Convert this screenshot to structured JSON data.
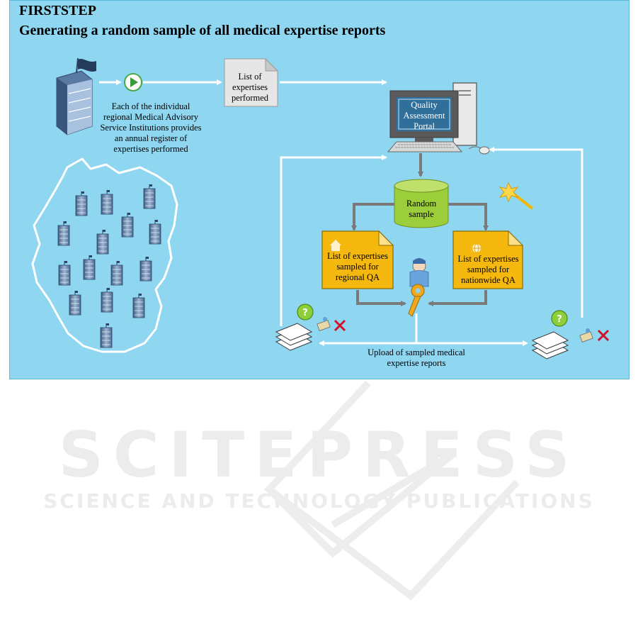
{
  "title": {
    "step": "FIRSTSTEP",
    "heading": "Generating a random sample of all medical expertise reports"
  },
  "labels": {
    "institutions_text": "Each of the individual regional Medical Advisory Service Institutions provides an annual register of expertises performed",
    "list_doc": "List of expertises performed",
    "portal": "Quality Assessment Portal",
    "random_sample": "Random sample",
    "regional_doc": "List of expertises sampled for regional QA",
    "nationwide_doc": "List of expertises sampled for nationwide QA",
    "upload": "Upload of sampled medical expertise reports"
  },
  "watermark": {
    "line1": "SCITEPRESS",
    "line2": "SCIENCE AND TECHNOLOGY PUBLICATIONS"
  },
  "colors": {
    "background": "#8fd6f0",
    "document_yellow": "#f5b80f",
    "database_green": "#9ccd3b",
    "arrow_white": "#ffffff",
    "arrow_gray": "#7a7a7a",
    "cross_red": "#d0112b"
  }
}
